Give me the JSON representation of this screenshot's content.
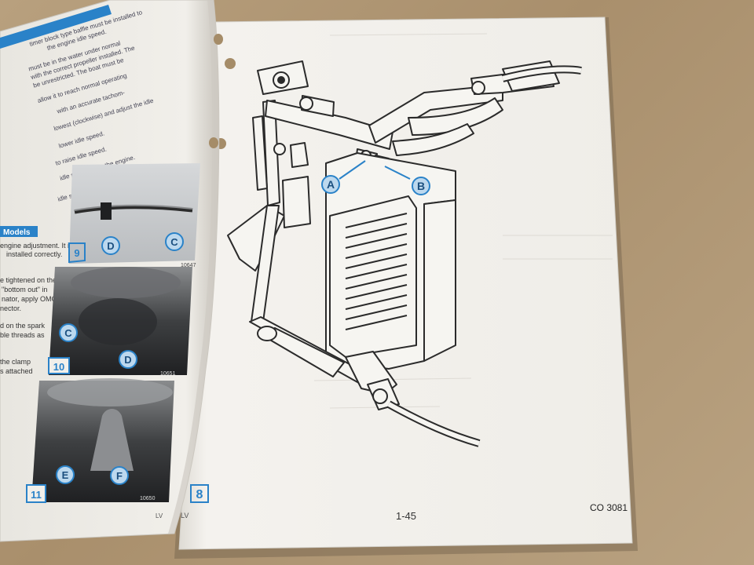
{
  "left_page": {
    "text_lines": [
      "timer block type baffle must be installed to",
      "the engine idle speed.",
      "must be in the water under normal",
      "with the correct propeller installed. The",
      "be unrestricted. The boat must be",
      "allow it to reach normal operating",
      "with an accurate tachom-",
      "lowest (clockwise) and adjust the idle",
      "lower idle speed.",
      "to raise idle speed.",
      "idle speed. Stop the engine.",
      "idle speed screw"
    ],
    "stop_engine_text": "Stop the engine.",
    "section_heading": "Models",
    "section_lines": [
      "engine adjustment. It is",
      "installed correctly."
    ],
    "lower_lines": [
      "e tightened on the",
      "\"bottom out\" in",
      "nator, apply OMC",
      "nector.",
      "d on the spark",
      "ble threads as",
      "the clamp",
      "s attached"
    ],
    "figures": [
      {
        "number": "9",
        "code": "10647",
        "labels": [
          "D",
          "C"
        ]
      },
      {
        "number": "10",
        "code": "10651",
        "labels": [
          "C",
          "D"
        ]
      },
      {
        "number": "11",
        "code": "10650",
        "labels": [
          "E",
          "F"
        ]
      }
    ],
    "footer": "LV"
  },
  "right_page": {
    "figure_number": "8",
    "callouts": [
      "A",
      "B"
    ],
    "page_number": "1-45",
    "code": "CO 3081",
    "footer_left": "LV"
  },
  "colors": {
    "table": "#b39a78",
    "paper": "#f3f1ec",
    "accent_blue": "#2a82c8",
    "callout_fill": "#bcd8ee",
    "ink": "#2b2b2b"
  }
}
